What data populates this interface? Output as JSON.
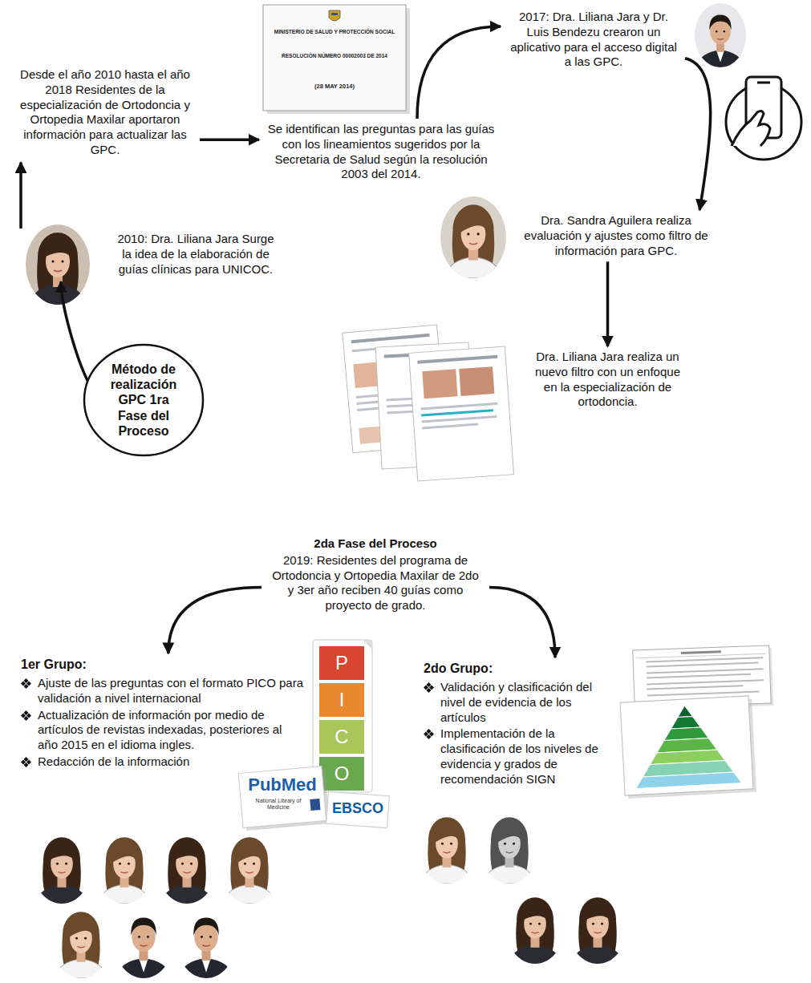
{
  "diagram": {
    "nodes": [
      {
        "text": [
          "Desde el año 2010 hasta el año 2018 Residentes de la especialización de Ortodoncia y Ortopedia Maxilar aportaron información para actualizar las GPC."
        ]
      },
      {
        "text": [
          "Se identifican las preguntas para las guías con los lineamientos sugeridos por la Secretaria de Salud según la resolución 2003 del 2014."
        ]
      },
      {
        "text": [
          "2017: Dra. Liliana Jara y Dr. Luis Bendezu crearon un aplicativo para el acceso digital a las GPC."
        ]
      },
      {
        "text": [
          "Dra. Sandra Aguilera realiza evaluación y ajustes como filtro de información para GPC."
        ]
      },
      {
        "text": [
          "Dra. Liliana Jara realiza un nuevo filtro con un enfoque en la especialización de ortodoncia."
        ]
      },
      {
        "text": [
          "2010: Dra. Liliana Jara Surge la idea de la elaboración de guías clínicas para UNICOC."
        ]
      },
      {
        "text": [
          "Método de realización GPC 1ra Fase del Proceso"
        ]
      },
      {
        "text": [
          "2da Fase del Proceso",
          "2019: Residentes del programa de Ortodoncia y Ortopedia Maxilar de 2do y 3er año reciben 40 guías como proyecto de grado."
        ]
      },
      {
        "text": [
          "1er Grupo:",
          "Ajuste de las preguntas con el formato PICO para validación a nivel internacional",
          "Actualización de información por medio de artículos de revistas indexadas, posteriores al año 2015 en el idioma ingles.",
          "Redacción de la información"
        ]
      },
      {
        "text": [
          "2do Grupo:",
          "Validación y clasificación del nivel de evidencia de los artículos",
          "Implementación de la clasificación de los niveles de evidencia y grados de recomendación SIGN"
        ]
      }
    ],
    "edges": [
      {
        "from": 6,
        "to": 5,
        "arrow": "to"
      },
      {
        "from": 5,
        "to": 0,
        "arrow": "to"
      },
      {
        "from": 0,
        "to": 1,
        "arrow": "to"
      },
      {
        "from": 1,
        "to": 2,
        "arrow": "to"
      },
      {
        "from": 2,
        "to": 3,
        "arrow": "to"
      },
      {
        "from": 3,
        "to": 4,
        "arrow": "to"
      },
      {
        "from": 7,
        "to": 8,
        "arrow": "to"
      },
      {
        "from": 7,
        "to": 9,
        "arrow": "to"
      }
    ],
    "labels": [
      "MINISTERIO DE SALUD Y PROTECCIÓN SOCIAL",
      "RESOLUCIÓN NÚMERO 00002003 DE 2014",
      "(28 MAY 2014)",
      "P",
      "I",
      "C",
      "O",
      "PubMed",
      "National Library of Medicine",
      "EBSCO"
    ]
  }
}
